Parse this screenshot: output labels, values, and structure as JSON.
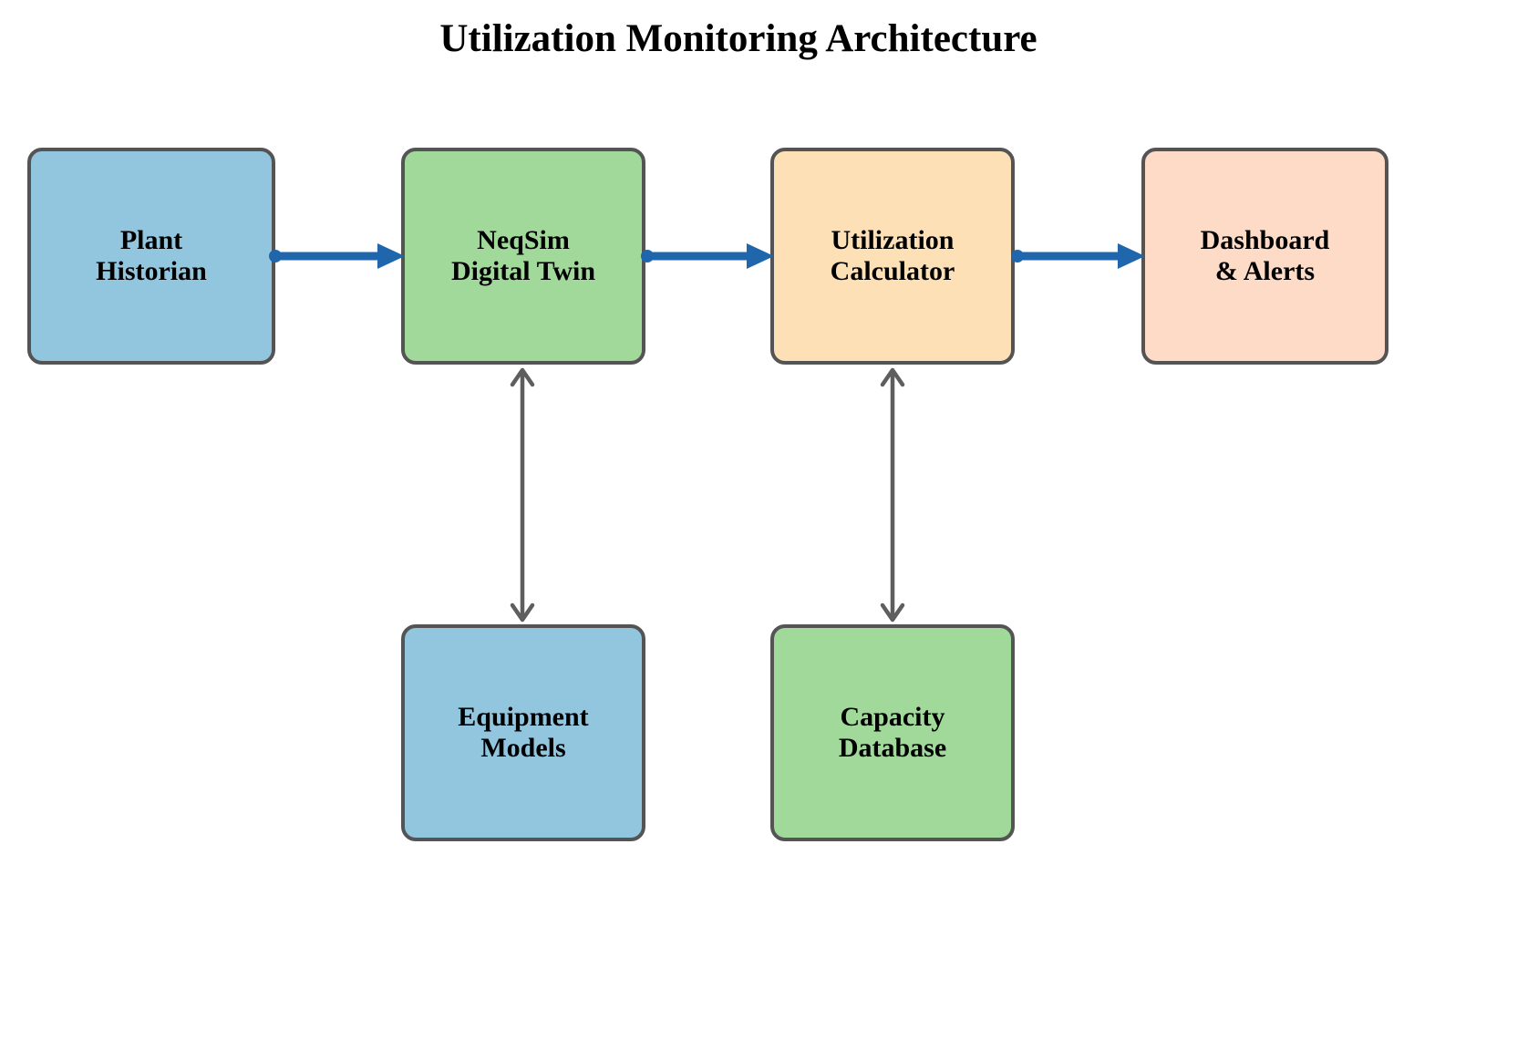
{
  "title": "Utilization Monitoring Architecture",
  "colors": {
    "background": "#ffffff",
    "title_text": "#000000",
    "label_text": "#000000",
    "box_border": "#545454",
    "flow_arrow": "#2066ac",
    "link_arrow": "#5e5e5e",
    "blue_fill": "#92c5de",
    "green_fill": "#a1d99b",
    "orange_fill": "#fee0b6",
    "pink_fill": "#fddbc7"
  },
  "nodes": [
    {
      "label": "Plant\nHistorian",
      "color": "blue"
    },
    {
      "label": "NeqSim\nDigital Twin",
      "color": "green"
    },
    {
      "label": "Utilization\nCalculator",
      "color": "orange"
    },
    {
      "label": "Dashboard\n& Alerts",
      "color": "pink"
    },
    {
      "label": "Equipment\nModels",
      "color": "blue"
    },
    {
      "label": "Capacity\nDatabase",
      "color": "green"
    }
  ],
  "connections": [
    {
      "from": "Plant Historian",
      "to": "NeqSim Digital Twin",
      "style": "solid-arrow"
    },
    {
      "from": "NeqSim Digital Twin",
      "to": "Utilization Calculator",
      "style": "solid-arrow"
    },
    {
      "from": "Utilization Calculator",
      "to": "Dashboard & Alerts",
      "style": "solid-arrow"
    },
    {
      "from": "NeqSim Digital Twin",
      "to": "Equipment Models",
      "style": "double-arrow"
    },
    {
      "from": "Utilization Calculator",
      "to": "Capacity Database",
      "style": "double-arrow"
    }
  ]
}
